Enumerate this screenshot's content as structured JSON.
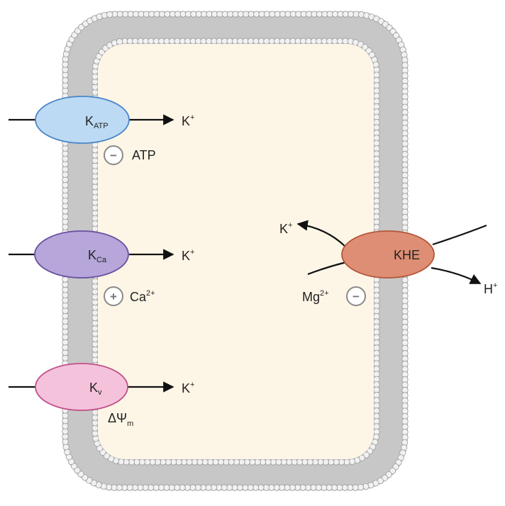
{
  "colors": {
    "membrane": "#c7c7c7",
    "membrane_stroke": "#9a9a9a",
    "cytoplasm": "#fdf6e6",
    "katp_fill": "#bcdaf3",
    "katp_stroke": "#4a86c8",
    "kca_fill": "#b6a6d9",
    "kca_stroke": "#6a4fa0",
    "kv_fill": "#f5c2dc",
    "kv_stroke": "#c0508a",
    "khe_fill": "#de8e74",
    "khe_stroke": "#b5563a",
    "sign_stroke": "#8a8a8a"
  },
  "channels": {
    "katp": {
      "label_main": "K",
      "label_sub": "ATP",
      "ion_main": "K",
      "ion_sup": "+"
    },
    "kca": {
      "label_main": "K",
      "label_sub": "Ca",
      "ion_main": "K",
      "ion_sup": "+"
    },
    "kv": {
      "label_main": "K",
      "label_sub": "v",
      "ion_main": "K",
      "ion_sup": "+"
    },
    "khe": {
      "label": "KHE",
      "ion_out_main": "K",
      "ion_out_sup": "+",
      "ion_h_main": "H",
      "ion_h_sup": "+"
    }
  },
  "regulators": {
    "atp": {
      "sign": "−",
      "label": "ATP"
    },
    "ca": {
      "sign": "+",
      "label_main": "Ca",
      "label_sup": "2+"
    },
    "psi": {
      "label_main": "ΔΨ",
      "label_sub": "m"
    },
    "mg": {
      "sign": "−",
      "label_main": "Mg",
      "label_sup": "2+"
    }
  }
}
